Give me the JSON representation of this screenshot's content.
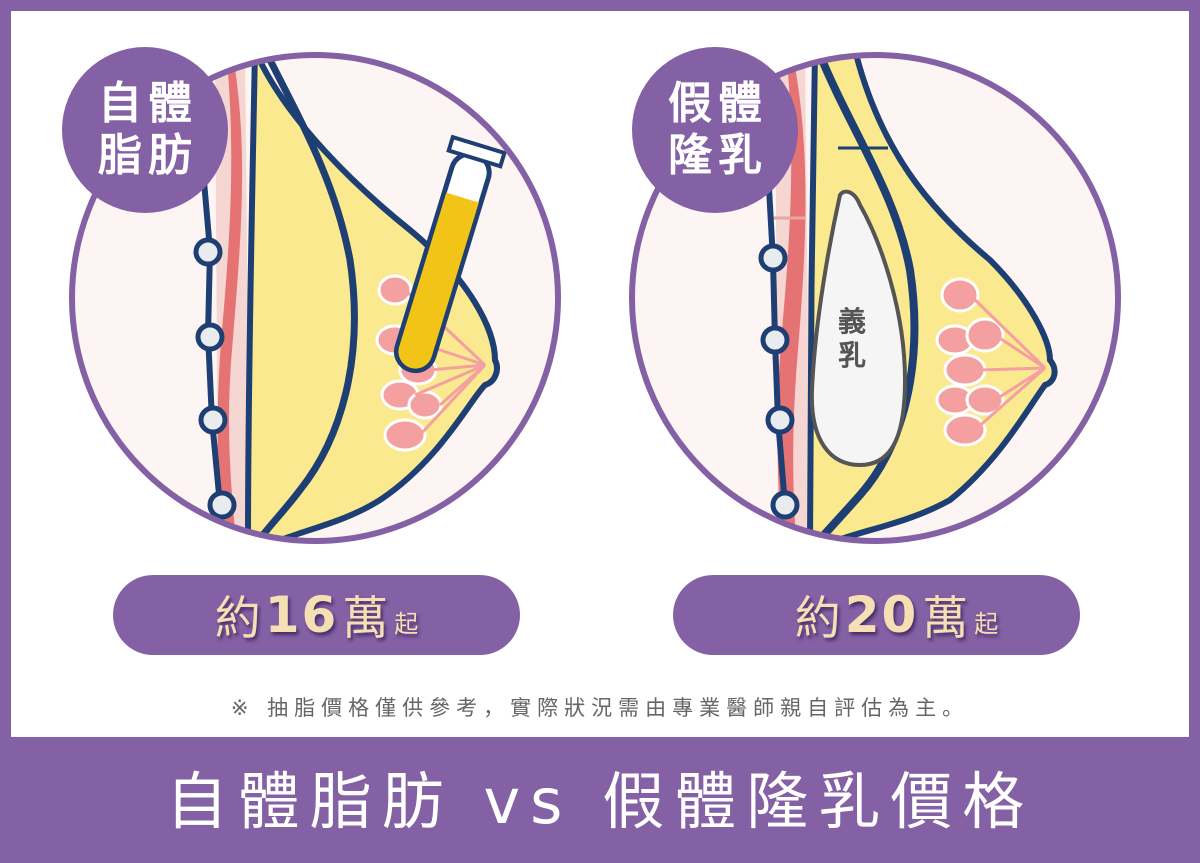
{
  "left_panel": {
    "label_line1": "自體",
    "label_line2": "脂肪",
    "illustration": "fat-grafting-breast-cross-section",
    "price": {
      "prefix": "約",
      "amount": "16",
      "unit": "萬",
      "suffix": "起"
    }
  },
  "right_panel": {
    "label_line1": "假體",
    "label_line2": "隆乳",
    "illustration": "breast-implant-cross-section",
    "implant_label_line1": "義",
    "implant_label_line2": "乳",
    "price": {
      "prefix": "約",
      "amount": "20",
      "unit": "萬",
      "suffix": "起"
    }
  },
  "disclaimer": "※ 抽脂價格僅供參考，實際狀況需由專業醫師親自評估為主。",
  "title": "自體脂肪 vs 假體隆乳價格",
  "colors": {
    "brand_purple": "#8460a5",
    "price_text": "#f6dfb2",
    "fat_yellow": "#fbe98f",
    "tube_yellow": "#f1c417",
    "outline_navy": "#1d3f73",
    "gland_pink": "#f4a0a0",
    "muscle_red": "#e67373",
    "skin_bg": "#fdf5f3"
  }
}
